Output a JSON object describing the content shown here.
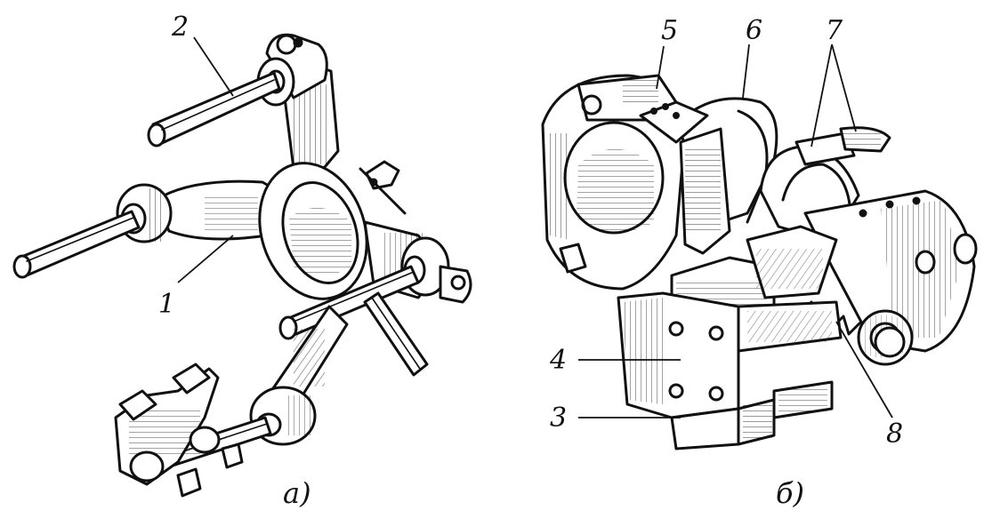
{
  "labels": {
    "l1": "1",
    "l2": "2",
    "l3": "3",
    "l4": "4",
    "l5": "5",
    "l6": "6",
    "l7": "7",
    "l8": "8"
  },
  "captions": {
    "a": "а)",
    "b": "б)"
  }
}
